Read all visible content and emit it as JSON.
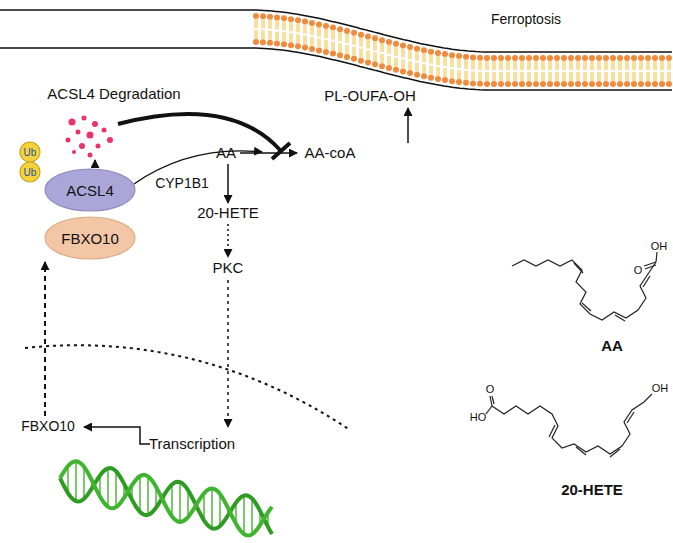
{
  "diagram": {
    "nodes": [
      {
        "text": [
          "Ub"
        ]
      },
      {
        "text": [
          "Ub"
        ]
      },
      {
        "text": [
          "ACSL4"
        ]
      },
      {
        "text": [
          "FBXO10"
        ]
      }
    ],
    "labels": [
      "Ferroptosis",
      "ACSL4 Degradation",
      "PL-OUFA-OH",
      "AA",
      "AA-coA",
      "CYP1B1",
      "20-HETE",
      "PKC",
      "FBXO10",
      "Transcription",
      "OH",
      "O",
      "AA",
      "OH",
      "O",
      "HO",
      "20-HETE"
    ]
  }
}
